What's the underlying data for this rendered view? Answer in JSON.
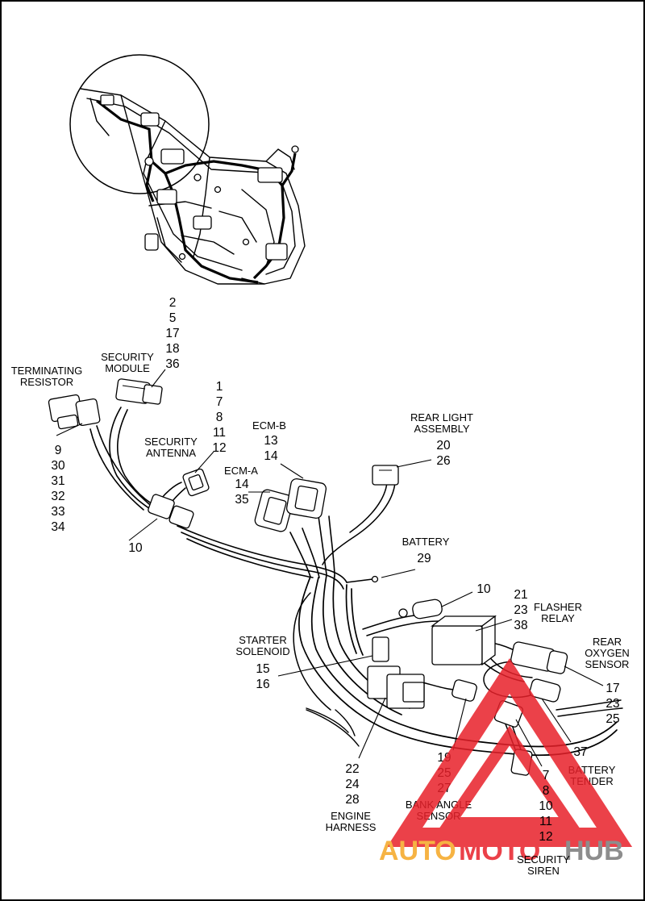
{
  "callouts": {
    "security_module": {
      "caption": [
        "SECURITY",
        "MODULE"
      ],
      "numbers": [
        "2",
        "5",
        "17",
        "18",
        "36"
      ]
    },
    "terminating_resistor": {
      "caption": [
        "TERMINATING",
        "RESISTOR"
      ],
      "numbers": [
        "9",
        "30",
        "31",
        "32",
        "33",
        "34"
      ]
    },
    "security_antenna": {
      "caption": [
        "SECURITY",
        "ANTENNA"
      ],
      "numbers": [
        "1",
        "7",
        "8",
        "11",
        "12"
      ]
    },
    "ecm_b": {
      "caption": [
        "ECM-B"
      ],
      "numbers": [
        "13",
        "14"
      ]
    },
    "ecm_a": {
      "caption": [
        "ECM-A"
      ],
      "numbers": [
        "14",
        "35"
      ]
    },
    "rear_light_assembly": {
      "caption": [
        "REAR LIGHT",
        "ASSEMBLY"
      ],
      "numbers": [
        "20",
        "26"
      ]
    },
    "connector_10_left": {
      "numbers": [
        "10"
      ]
    },
    "battery": {
      "caption": [
        "BATTERY"
      ],
      "numbers": [
        "29"
      ]
    },
    "connector_10_right": {
      "numbers": [
        "10"
      ]
    },
    "flasher_relay": {
      "caption": [
        "FLASHER",
        "RELAY"
      ],
      "numbers": [
        "21",
        "23",
        "38"
      ]
    },
    "rear_oxygen_sensor": {
      "caption": [
        "REAR",
        "OXYGEN",
        "SENSOR"
      ],
      "numbers": [
        "17",
        "23",
        "25"
      ]
    },
    "starter_solenoid": {
      "caption": [
        "STARTER",
        "SOLENOID"
      ],
      "numbers": [
        "15",
        "16"
      ]
    },
    "battery_tender": {
      "caption": [
        "BATTERY",
        "TENDER"
      ],
      "numbers": [
        "37"
      ]
    },
    "engine_harness": {
      "caption": [
        "ENGINE",
        "HARNESS"
      ],
      "numbers": [
        "22",
        "24",
        "28"
      ]
    },
    "bank_angle_sensor": {
      "caption": [
        "BANK ANGLE",
        "SENSOR"
      ],
      "numbers": [
        "19",
        "25",
        "27"
      ]
    },
    "security_siren": {
      "caption": [
        "SECURITY",
        "SIREN"
      ],
      "numbers": [
        "7",
        "8",
        "10",
        "11",
        "12"
      ]
    }
  },
  "watermark": {
    "brand_left": "AUTO",
    "brand_mid": "MOTO",
    "brand_right": "HUB",
    "color_orange": "#f5a623",
    "color_red": "#e8202a",
    "color_gray": "#7a7a7a"
  }
}
